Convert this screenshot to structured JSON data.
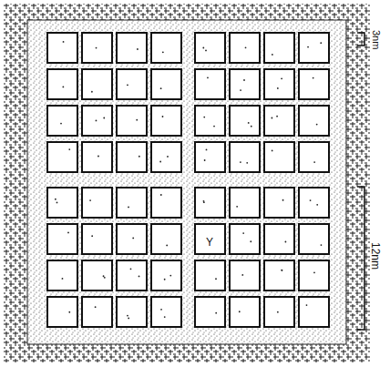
{
  "diagram": {
    "labels": [
      "3nm",
      "12nm",
      "Y"
    ]
  }
}
